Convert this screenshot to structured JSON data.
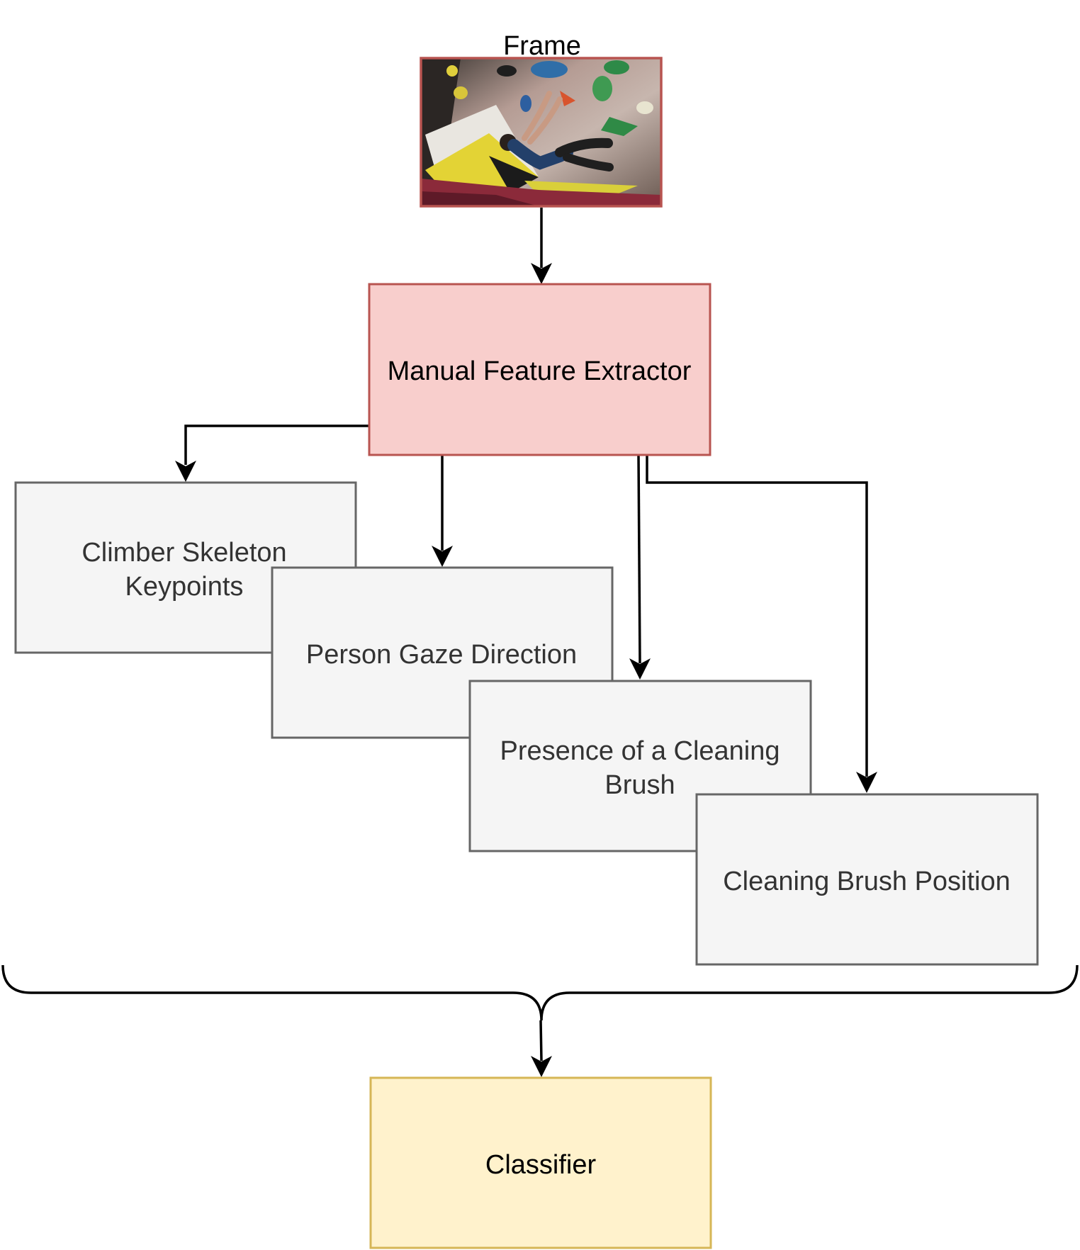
{
  "nodes": {
    "frame": {
      "label": "Frame"
    },
    "extractor": {
      "label": "Manual Feature Extractor"
    },
    "skeleton": {
      "line1": "Climber Skeleton",
      "line2": "Keypoints"
    },
    "gaze": {
      "label": "Person Gaze Direction"
    },
    "brush_presence": {
      "line1": "Presence of a Cleaning",
      "line2": "Brush"
    },
    "brush_position": {
      "label": "Cleaning Brush Position"
    },
    "classifier": {
      "label": "Classifier"
    }
  },
  "colors": {
    "extractor_fill": "#f8cecc",
    "extractor_stroke": "#b85450",
    "feature_fill": "#f5f5f5",
    "feature_stroke": "#666666",
    "classifier_fill": "#fff2cc",
    "classifier_stroke": "#d6b656",
    "frame_border": "#b85450"
  }
}
